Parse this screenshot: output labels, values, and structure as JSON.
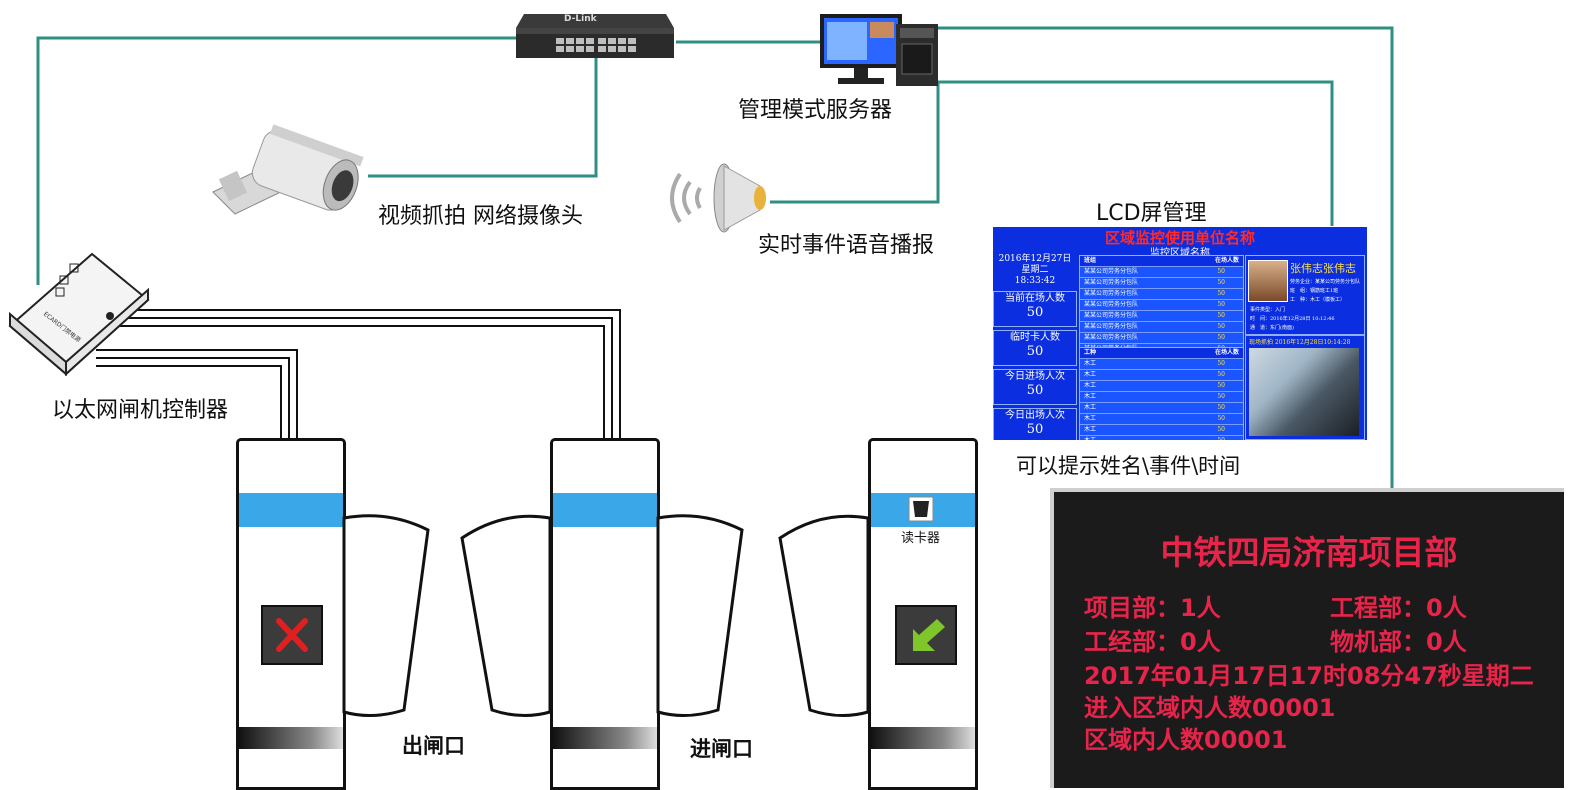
{
  "nodes": {
    "server": "管理模式服务器",
    "camera": "视频抓拍 网络摄像头",
    "speaker": "实时事件语音播报",
    "lcd_title": "LCD屏管理",
    "lcd_note": "可以提示姓名\\事件\\时间",
    "controller": "以太网闸机控制器",
    "controller_brand": "ECARD门禁电源",
    "reader": "读卡器",
    "exit": "出闸口",
    "entry": "进闸口",
    "switch_brand": "D-Link"
  },
  "lcd": {
    "title": "区域监控使用单位名称",
    "subtitle": "监控区域名称",
    "date": "2016年12月27日",
    "weekday": "星期二",
    "time": "18:33:42",
    "stats": [
      {
        "label": "当前在场人数",
        "value": "50"
      },
      {
        "label": "临时卡人数",
        "value": "50"
      },
      {
        "label": "今日进场人次",
        "value": "50"
      },
      {
        "label": "今日出场人次",
        "value": "50"
      }
    ],
    "table1": {
      "head": [
        "班组",
        "在场人数"
      ],
      "rows": [
        [
          "某某公司劳务分包队",
          "50"
        ],
        [
          "某某公司劳务分包队",
          "50"
        ],
        [
          "某某公司劳务分包队",
          "50"
        ],
        [
          "某某公司劳务分包队",
          "50"
        ],
        [
          "某某公司劳务分包队",
          "50"
        ],
        [
          "某某公司劳务分包队",
          "50"
        ],
        [
          "某某公司劳务分包队",
          "50"
        ],
        [
          "某某公司劳务分包队",
          "50"
        ]
      ]
    },
    "table2": {
      "head": [
        "工种",
        "在场人数"
      ],
      "rows": [
        [
          "木工",
          "50"
        ],
        [
          "木工",
          "50"
        ],
        [
          "木工",
          "50"
        ],
        [
          "木工",
          "50"
        ],
        [
          "木工",
          "50"
        ],
        [
          "木工",
          "50"
        ],
        [
          "木工",
          "50"
        ],
        [
          "木工",
          "50"
        ]
      ]
    },
    "person": {
      "name": "张伟志张伟志",
      "info": [
        "劳务企业：某某公司劳务分包队",
        "班　组：钢筋班工1班",
        "工　种：木工（模板工）",
        "事件类型：入门",
        "时　间：2016年12月28日 10:12:46",
        "通　道：东门(南面)"
      ]
    },
    "scene_header": "现场抓拍 2016年12月28日10:14:28"
  },
  "led": {
    "title": "中铁四局济南项目部",
    "line1_left": "项目部：1人",
    "line1_right": "工程部：0人",
    "line2_left": "工经部：0人",
    "line2_right": "物机部：0人",
    "line3": "2017年01月17日17时08分47秒星期二",
    "line4": "进入区域内人数00001",
    "line5": "区域内人数00001"
  },
  "colors": {
    "wire": "#2f8f82",
    "lcd_bg": "#0b2fe0",
    "led_text": "#e8244a",
    "gate_band": "#3aa7e8"
  }
}
